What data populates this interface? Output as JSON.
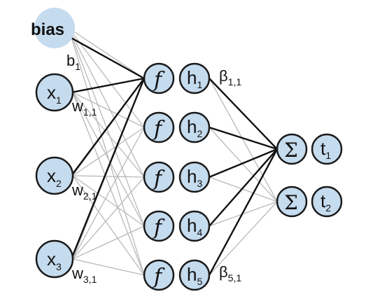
{
  "nodes": {
    "bias": "bias",
    "inputs": [
      {
        "base": "x",
        "sub": "1"
      },
      {
        "base": "x",
        "sub": "2"
      },
      {
        "base": "x",
        "sub": "3"
      }
    ],
    "activation_symbol": "f",
    "hidden": [
      {
        "base": "h",
        "sub": "1"
      },
      {
        "base": "h",
        "sub": "2"
      },
      {
        "base": "h",
        "sub": "3"
      },
      {
        "base": "h",
        "sub": "4"
      },
      {
        "base": "h",
        "sub": "5"
      }
    ],
    "sum_symbol": "Σ",
    "outputs": [
      {
        "base": "t",
        "sub": "1"
      },
      {
        "base": "t",
        "sub": "2"
      }
    ]
  },
  "edge_labels": {
    "b1": {
      "base": "b",
      "sub": "1"
    },
    "w11": {
      "base": "w",
      "sub": "1,1"
    },
    "w21": {
      "base": "w",
      "sub": "2,1"
    },
    "w31": {
      "base": "w",
      "sub": "3,1"
    },
    "beta11": {
      "base": "β",
      "sub": "1,1"
    },
    "beta51": {
      "base": "β",
      "sub": "5,1"
    }
  },
  "colors": {
    "node_fill": "#c5dbee",
    "stroke": "#1a1a1a",
    "gray_edge": "#b9b9b9"
  }
}
